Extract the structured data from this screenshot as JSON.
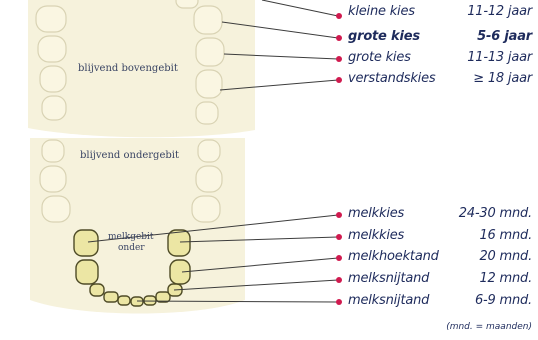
{
  "diagram": {
    "colors": {
      "arch": "#f6f2dc",
      "tooth": "#faf6e2",
      "tooth_outline": "#d9d3b4",
      "milk_tooth": "#ece6a4",
      "milk_outline": "#4e4b26",
      "leader": "#3c3c3c",
      "dot": "#d01a4f",
      "text": "#1e2b5c"
    },
    "captions": {
      "upper": "blijvend bovengebit",
      "lower": "blijvend ondergebit",
      "milk_line1": "melkgebit",
      "milk_line2": "onder"
    },
    "upper_labels": [
      {
        "name": "kleine kies",
        "age": "11-12 jaar",
        "bold": false
      },
      {
        "name": "grote kies",
        "age": "5-6 jaar",
        "bold": true
      },
      {
        "name": "grote kies",
        "age": "11-13 jaar",
        "bold": false
      },
      {
        "name": "verstandskies",
        "age": "≥ 18 jaar",
        "bold": false
      }
    ],
    "lower_labels": [
      {
        "name": "melkkies",
        "age": "24-30 mnd.",
        "bold": false
      },
      {
        "name": "melkkies",
        "age": "16 mnd.",
        "bold": false
      },
      {
        "name": "melkhoektand",
        "age": "20 mnd.",
        "bold": false
      },
      {
        "name": "melksnijtand",
        "age": "12 mnd.",
        "bold": false
      },
      {
        "name": "melksnijtand",
        "age": "6-9 mnd.",
        "bold": false
      }
    ],
    "footnote": "(mnd. = maanden)"
  }
}
